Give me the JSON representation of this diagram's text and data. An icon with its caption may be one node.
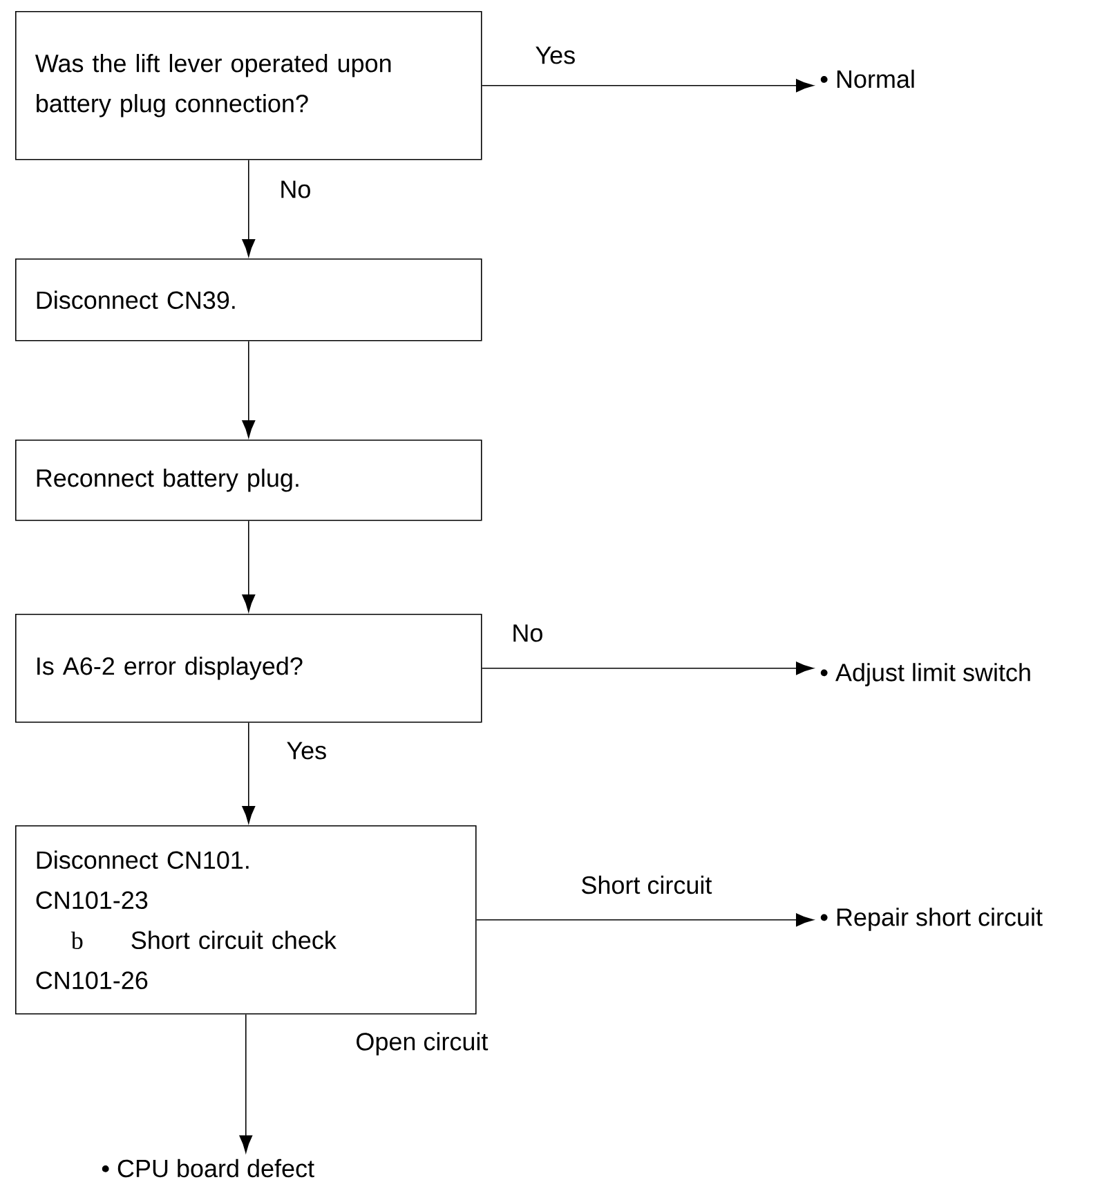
{
  "diagram": {
    "nodes": [
      {
        "text": [
          "Was the lift lever operated upon battery plug connection?"
        ]
      },
      {
        "text": [
          "• Normal"
        ]
      },
      {
        "text": [
          "Disconnect CN39."
        ]
      },
      {
        "text": [
          "Reconnect battery plug."
        ]
      },
      {
        "text": [
          "Is A6-2 error displayed?"
        ]
      },
      {
        "text": [
          "• Adjust limit switch"
        ]
      },
      {
        "text": [
          "Disconnect CN101.",
          "CN101-23",
          "b",
          "Short circuit check",
          "CN101-26"
        ]
      },
      {
        "text": [
          "• Repair short circuit"
        ]
      },
      {
        "text": [
          "• CPU board defect"
        ]
      }
    ],
    "edges": [
      {
        "from": 0,
        "to": 1,
        "arrow": "to",
        "label": "Yes"
      },
      {
        "from": 0,
        "to": 2,
        "arrow": "to",
        "label": "No"
      },
      {
        "from": 2,
        "to": 3,
        "arrow": "to"
      },
      {
        "from": 3,
        "to": 4,
        "arrow": "to"
      },
      {
        "from": 4,
        "to": 5,
        "arrow": "to",
        "label": "No"
      },
      {
        "from": 4,
        "to": 6,
        "arrow": "to",
        "label": "Yes"
      },
      {
        "from": 6,
        "to": 7,
        "arrow": "to",
        "label": "Short circuit"
      },
      {
        "from": 6,
        "to": 8,
        "arrow": "to",
        "label": "Open circuit"
      }
    ]
  }
}
